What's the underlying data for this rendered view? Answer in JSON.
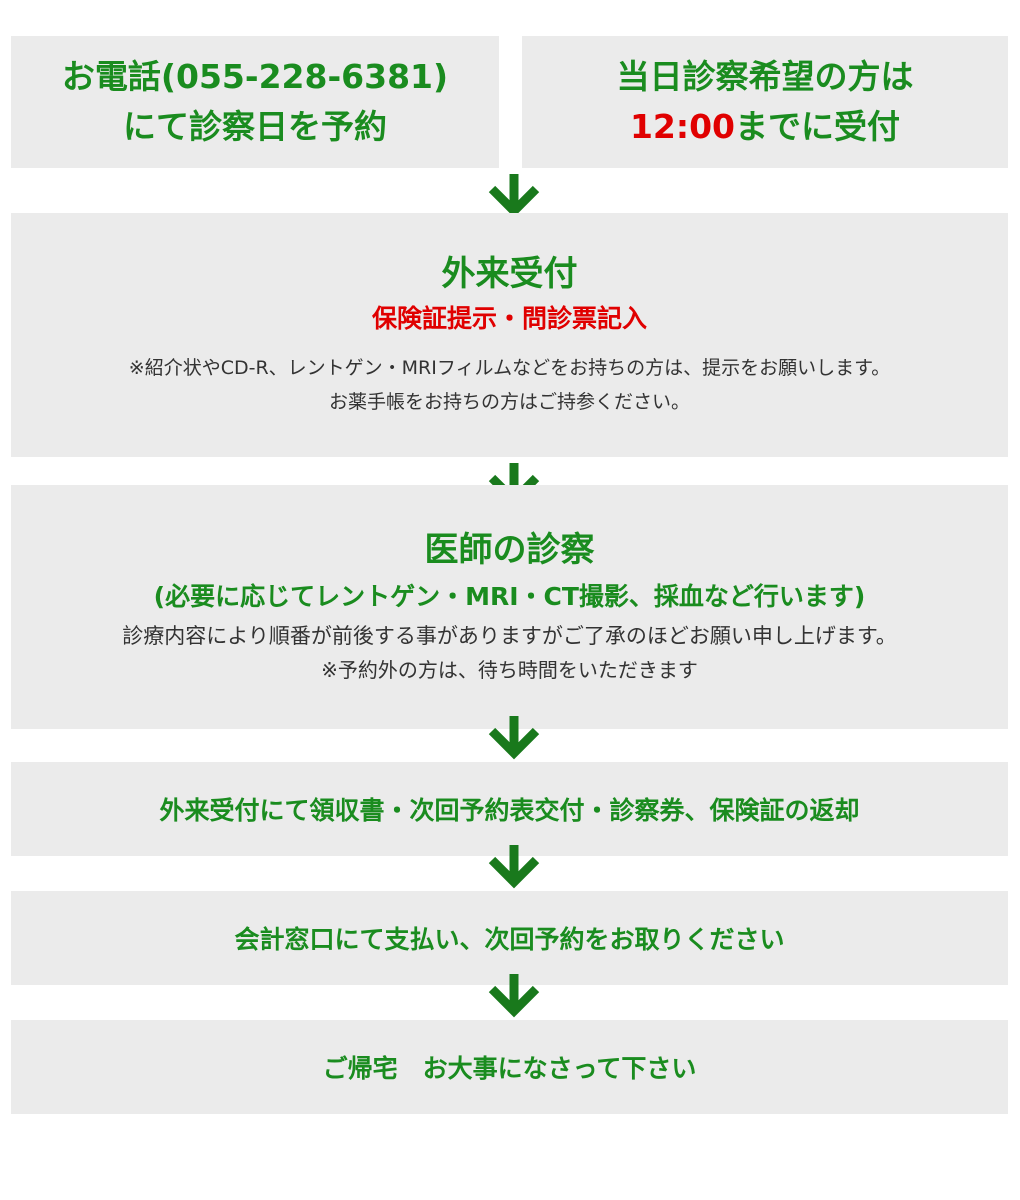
{
  "colors": {
    "green": "#1a8c1f",
    "red": "#e00000",
    "box_background": "#ebebeb",
    "arrow": "#19791c",
    "note_text": "#333333"
  },
  "arrow_icon": "down-arrow-icon",
  "phone_box": {
    "line1": "お電話(055-228-6381)",
    "line2": "にて診察日を予約"
  },
  "sameday_box": {
    "line1": "当日診察希望の方は",
    "line2_time": "12:00",
    "line2_rest": "までに受付"
  },
  "reception": {
    "title": "外来受付",
    "subtitle": "保険証提示・問診票記入",
    "notes": [
      "※紹介状やCD-R、レントゲン・MRIフィルムなどをお持ちの方は、提示をお願いします。",
      "お薬手帳をお持ちの方はご持参ください。"
    ]
  },
  "examination": {
    "title": "医師の診察",
    "subtitle": "(必要に応じてレントゲン・MRI・CT撮影、採血など行います)",
    "notes": [
      "診療内容により順番が前後する事がありますがご了承のほどお願い申し上げます。",
      "※予約外の方は、待ち時間をいただきます"
    ]
  },
  "receipt_step": {
    "text": "外来受付にて領収書・次回予約表交付・診察券、保険証の返却"
  },
  "payment_step": {
    "text": "会計窓口にて支払い、次回予約をお取りください"
  },
  "home_step": {
    "text": "ご帰宅　お大事になさって下さい"
  }
}
